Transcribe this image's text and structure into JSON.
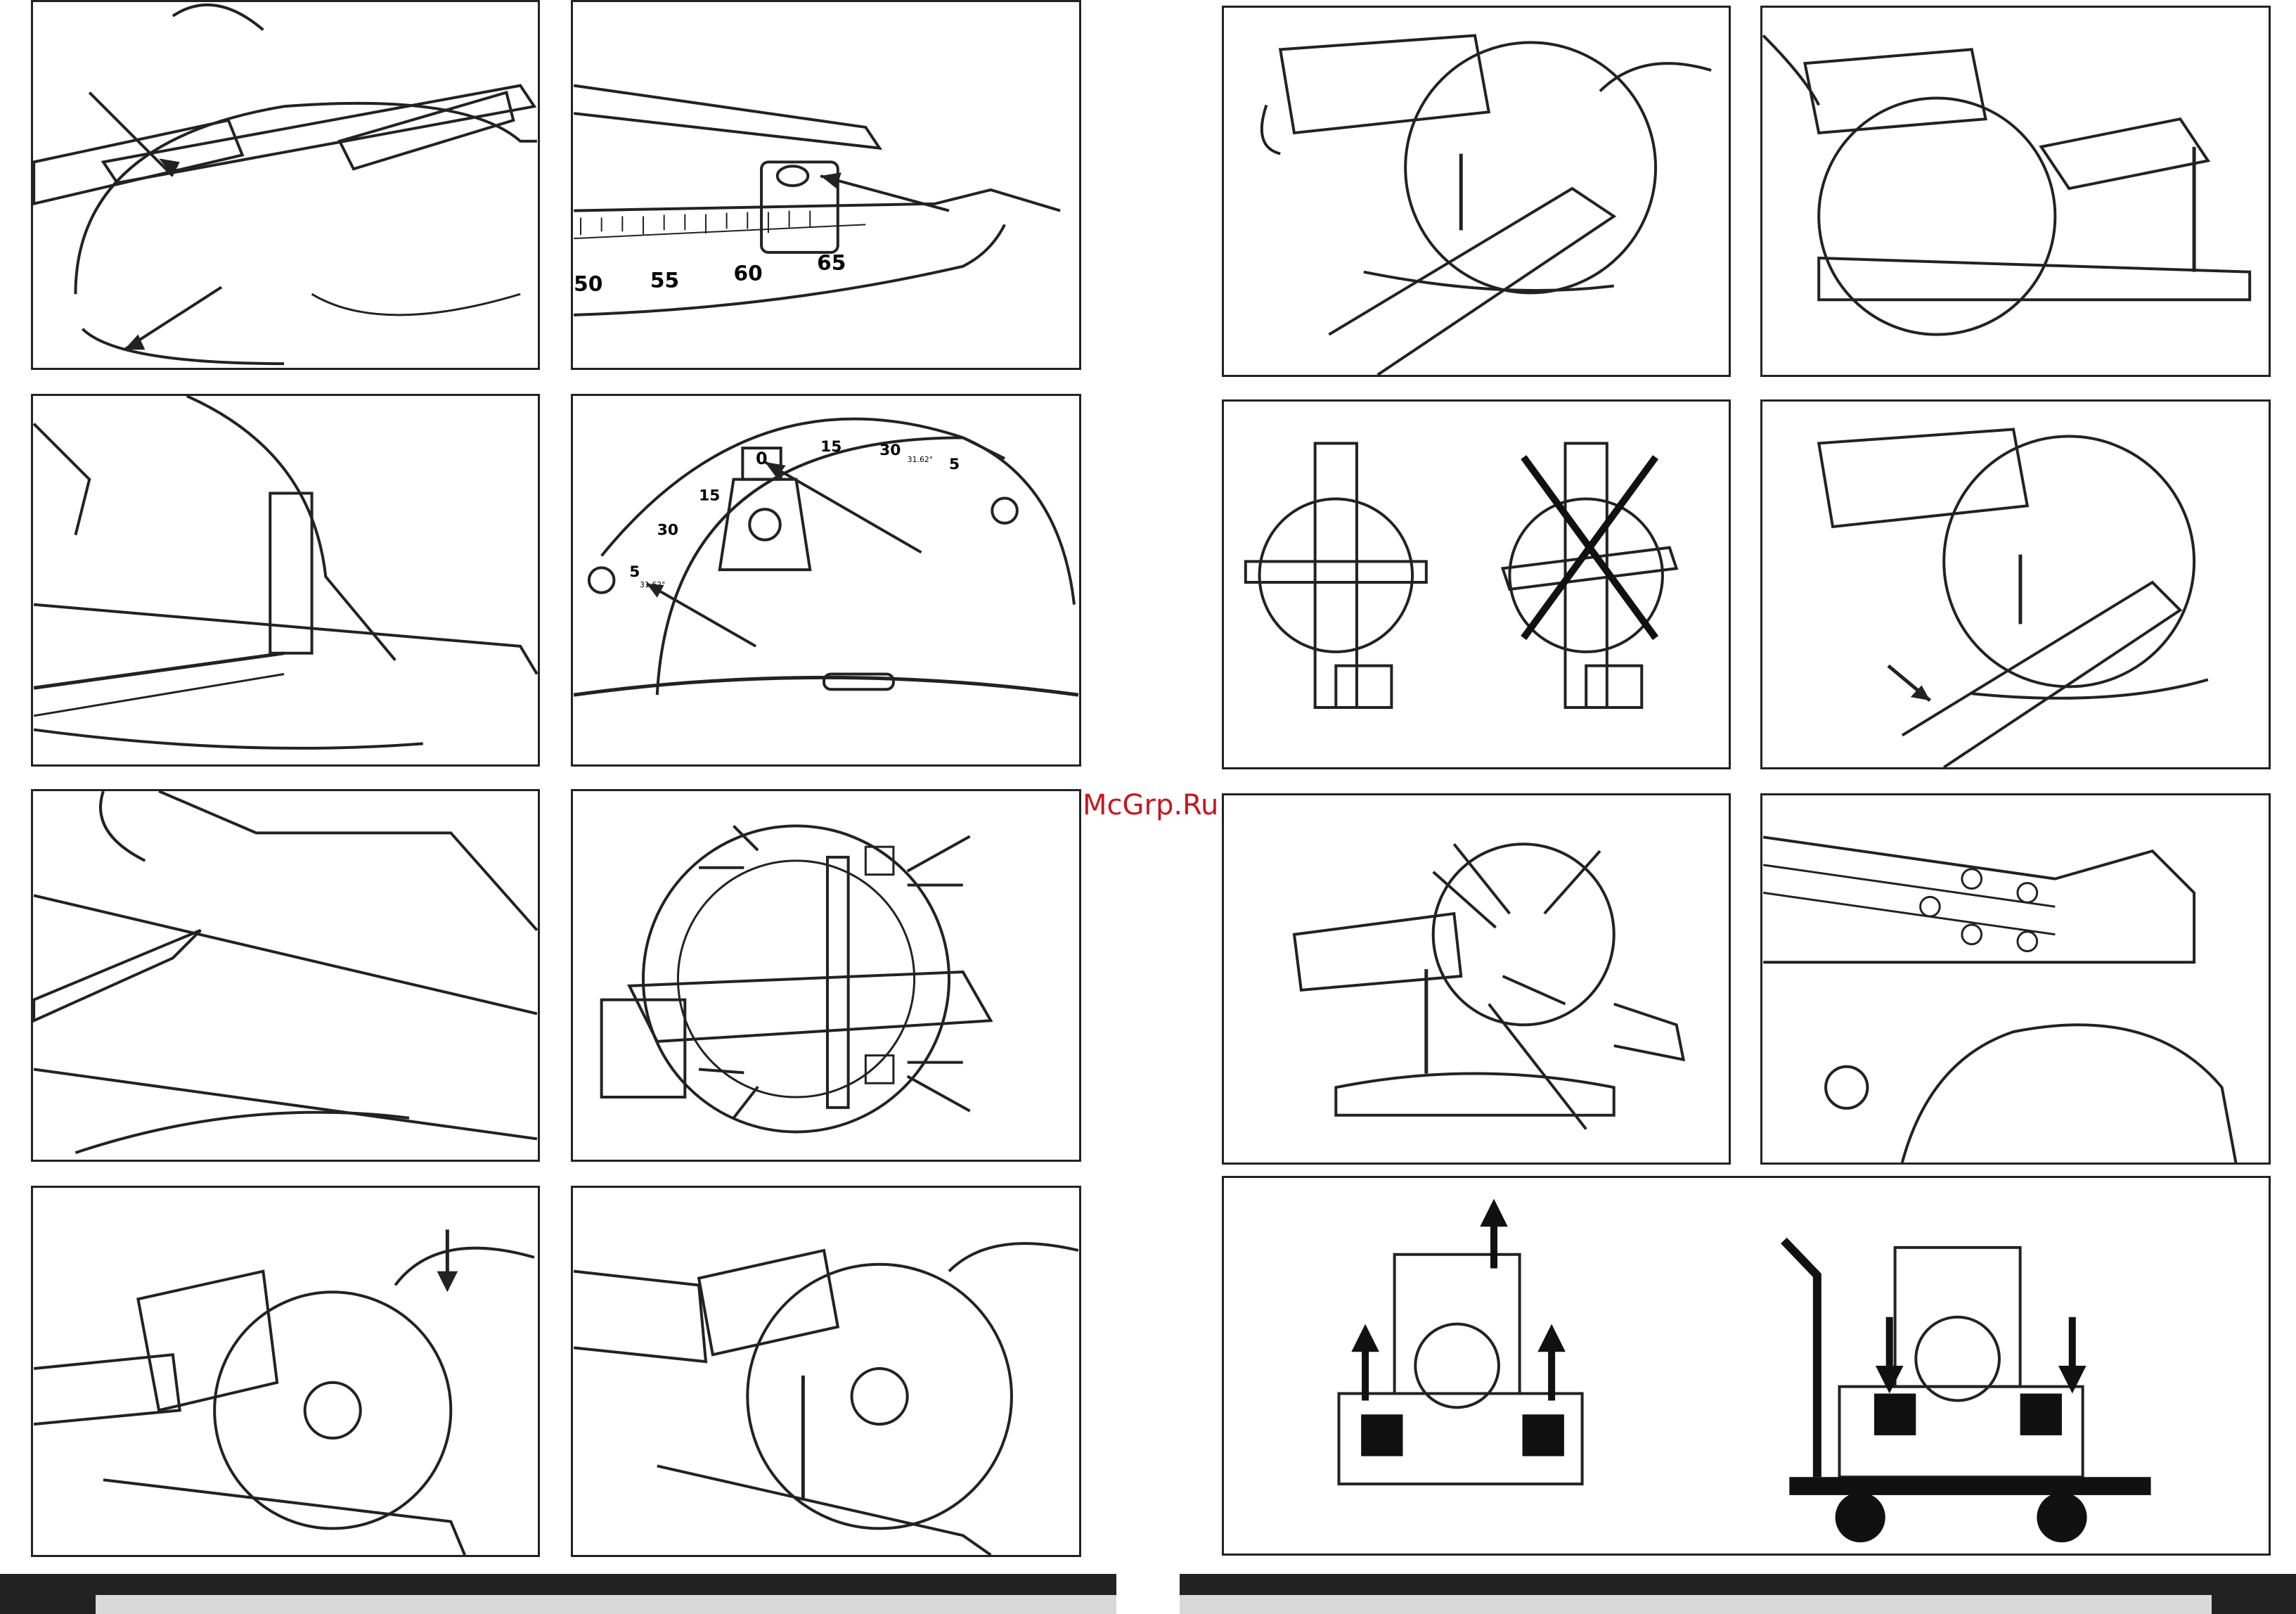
{
  "watermark": "McGrp.Ru",
  "bevel_scale_labels": [
    "50",
    "55",
    "60",
    "65"
  ],
  "miter_scale_labels": {
    "left": [
      "5",
      "30",
      "15"
    ],
    "right": [
      "15",
      "30",
      "5"
    ],
    "zero": "0",
    "small_left": "31.62°",
    "small_right": "31.62°"
  },
  "colors": {
    "line": "#222222",
    "footer_bar": "#222222",
    "footer_inner": "#d9d9d9",
    "watermark": "#c8161d",
    "cross": "#111111"
  }
}
